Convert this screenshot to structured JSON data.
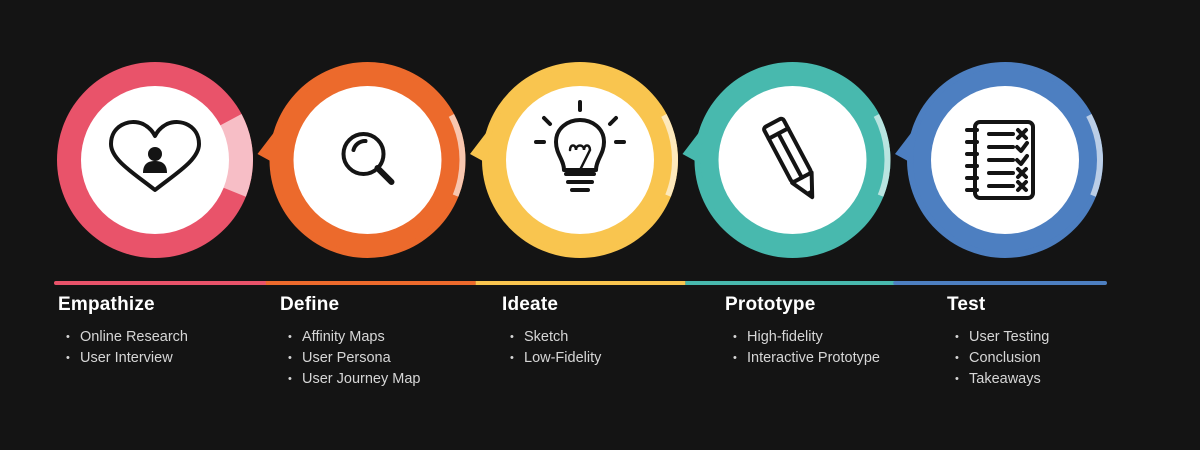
{
  "colors": {
    "background": "#141414",
    "stage_colors": [
      "#e9536a",
      "#ec6a2c",
      "#f9c54f",
      "#48b9ae",
      "#4d7fc1"
    ]
  },
  "stages": [
    {
      "title": "Empathize",
      "icon": "heart-user-icon",
      "items": [
        "Online Research",
        "User Interview"
      ]
    },
    {
      "title": "Define",
      "icon": "magnifier-icon",
      "items": [
        "Affinity Maps",
        "User Persona",
        "User Journey Map"
      ]
    },
    {
      "title": "Ideate",
      "icon": "lightbulb-icon",
      "items": [
        "Sketch",
        "Low-Fidelity"
      ]
    },
    {
      "title": "Prototype",
      "icon": "pencil-icon",
      "items": [
        "High-fidelity",
        "Interactive Prototype"
      ]
    },
    {
      "title": "Test",
      "icon": "checklist-icon",
      "items": [
        "User Testing",
        "Conclusion",
        "Takeaways"
      ]
    }
  ]
}
